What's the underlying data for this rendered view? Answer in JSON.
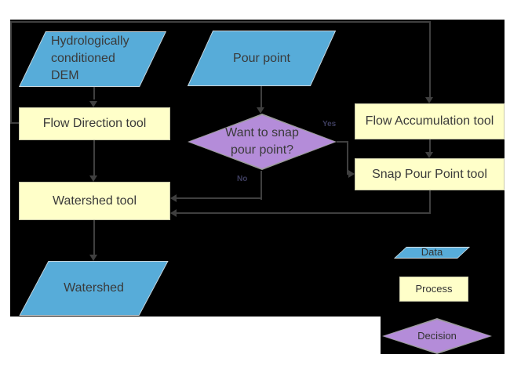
{
  "nodes": {
    "dem": {
      "type": "data",
      "line1": "Hydrologically",
      "line2": "conditioned",
      "line3": "DEM"
    },
    "pour_point": {
      "type": "data",
      "label": "Pour point"
    },
    "flow_direction": {
      "type": "process",
      "label": "Flow Direction tool"
    },
    "flow_accumulation": {
      "type": "process",
      "label": "Flow Accumulation tool"
    },
    "snap_decision": {
      "type": "decision",
      "line1": "Want to snap",
      "line2": "pour point?"
    },
    "snap_pour_point": {
      "type": "process",
      "label": "Snap Pour Point tool"
    },
    "watershed_tool": {
      "type": "process",
      "label": "Watershed tool"
    },
    "watershed": {
      "type": "data",
      "label": "Watershed"
    }
  },
  "edge_labels": {
    "yes": "Yes",
    "no": "No"
  },
  "legend": {
    "data_label": "Data",
    "process_label": "Process",
    "decision_label": "Decision"
  },
  "colors": {
    "background": "#000000",
    "data_fill": "#57ACD9",
    "process_fill": "#FFFFC9",
    "decision_fill": "#B48CD9",
    "connector": "#3F3F3F",
    "shape_text": "#3A3A3A"
  }
}
